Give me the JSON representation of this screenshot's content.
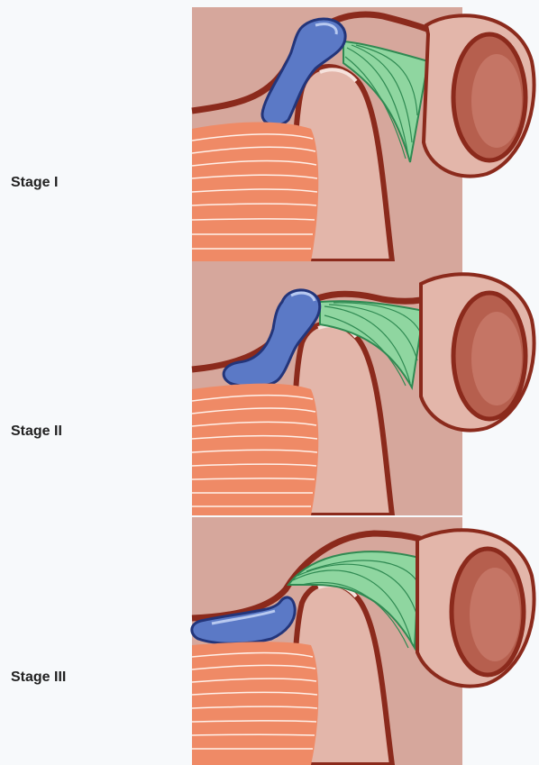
{
  "stages": [
    {
      "label": "Stage I"
    },
    {
      "label": "Stage II"
    },
    {
      "label": "Stage III"
    }
  ],
  "colors": {
    "bone": "#d6a79c",
    "bone_dark": "#8b2a1c",
    "condyle": "#e3b6aa",
    "disc": "#5b79c6",
    "disc_edge": "#23357a",
    "ligament": "#8fd6a0",
    "ligament_line": "#2f8a52",
    "muscle": "#ef8a66",
    "muscle_line": "#fff1ea",
    "canal_inner": "#b65f4e"
  },
  "icons": {
    "disc": "articular-disc-shape",
    "ligament": "retrodiscal-tissue-shape",
    "muscle": "lateral-pterygoid-muscle-shape",
    "condyle": "mandibular-condyle-shape",
    "canal": "ear-canal-shape"
  }
}
